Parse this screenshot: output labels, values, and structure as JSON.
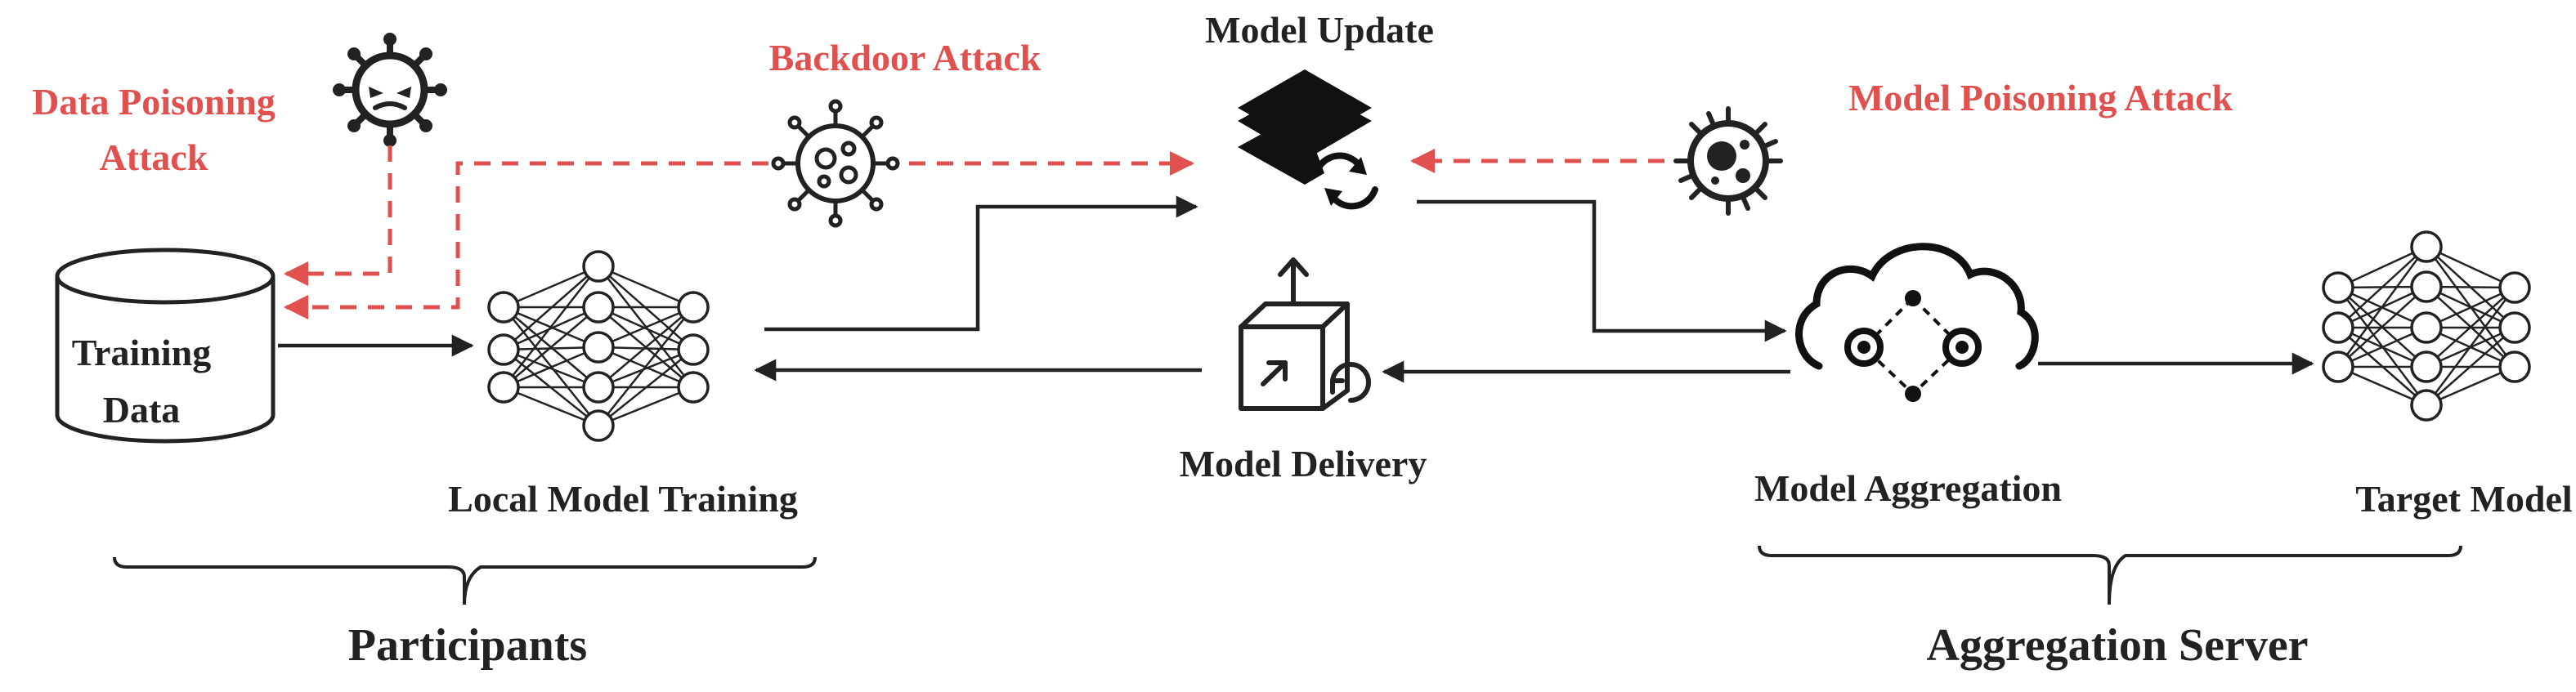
{
  "colors": {
    "ink": "#222222",
    "attack": "#e0504e",
    "background": "#ffffff"
  },
  "icons": {
    "data_poisoning": "virus-face-icon",
    "backdoor": "virus-icon",
    "model_poisoning": "bacteria-icon",
    "training_data": "database-cylinder-icon",
    "local_model": "neural-network-icon",
    "model_update": "layers-sync-icon",
    "model_delivery": "box-export-icon",
    "aggregation": "cloud-network-icon",
    "target_model": "neural-network-icon"
  },
  "labels": {
    "data_poisoning_line1": "Data Poisoning",
    "data_poisoning_line2": "Attack",
    "backdoor_attack": "Backdoor Attack",
    "model_update": "Model Update",
    "model_poisoning_attack": "Model Poisoning Attack",
    "training_data_line1": "Training",
    "training_data_line2": "Data",
    "local_model_training": "Local Model Training",
    "model_delivery": "Model Delivery",
    "model_aggregation": "Model Aggregation",
    "target_model": "Target Model",
    "participants": "Participants",
    "aggregation_server": "Aggregation Server"
  }
}
